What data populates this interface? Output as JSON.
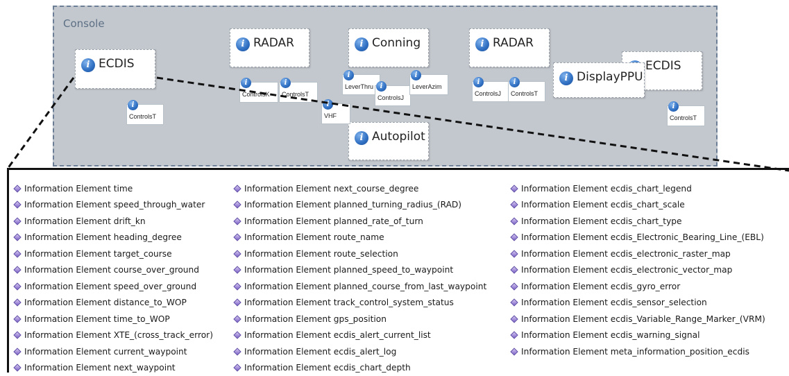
{
  "console": {
    "label": "Console",
    "components": [
      {
        "key": "ecdis_left",
        "label": "ECDIS"
      },
      {
        "key": "radar_1",
        "label": "RADAR"
      },
      {
        "key": "conning",
        "label": "Conning"
      },
      {
        "key": "radar_2",
        "label": "RADAR"
      },
      {
        "key": "ecdis_right",
        "label": "ECDIS"
      },
      {
        "key": "displayppu",
        "label": "DisplayPPU"
      },
      {
        "key": "autopilot",
        "label": "Autopilot"
      }
    ],
    "sub_components": [
      {
        "key": "controls_ecdis",
        "label": "ControlsT"
      },
      {
        "key": "controls_radar_a",
        "label": "ControlsK"
      },
      {
        "key": "controls_radar_b",
        "label": "ControlsT"
      },
      {
        "key": "lever_thrust",
        "label": "LeverThru"
      },
      {
        "key": "controls_conning",
        "label": "ControlsJ"
      },
      {
        "key": "lever_azimuth",
        "label": "LeverAzim"
      },
      {
        "key": "vhf",
        "label": "VHF"
      },
      {
        "key": "controls_radar2_a",
        "label": "ControlsJ"
      },
      {
        "key": "controls_radar2_b",
        "label": "ControlsT"
      },
      {
        "key": "controls_right",
        "label": "ControlsT"
      }
    ]
  },
  "information_elements": {
    "column_1": [
      "Information Element time",
      "Information Element speed_through_water",
      "Information Element drift_kn",
      "Information Element heading_degree",
      "Information Element target_course",
      "Information Element course_over_ground",
      "Information Element speed_over_ground",
      "Information Element distance_to_WOP",
      "Information Element time_to_WOP",
      "Information Element XTE_(cross_track_error)",
      "Information Element current_waypoint",
      "Information Element next_waypoint"
    ],
    "column_2": [
      "Information Element next_course_degree",
      "Information Element planned_turning_radius_(RAD)",
      "Information Element planned_rate_of_turn",
      "Information Element route_name",
      "Information Element route_selection",
      "Information Element planned_speed_to_waypoint",
      "Information Element planned_course_from_last_waypoint",
      "Information Element track_control_system_status",
      "Information Element gps_position",
      "Information Element ecdis_alert_current_list",
      "Information Element ecdis_alert_log",
      "Information Element ecdis_chart_depth"
    ],
    "column_3": [
      "Information Element ecdis_chart_legend",
      "Information Element ecdis_chart_scale",
      "Information Element ecdis_chart_type",
      "Information Element ecdis_Electronic_Bearing_Line_(EBL)",
      "Information Element ecdis_electronic_raster_map",
      "Information Element ecdis_electronic_vector_map",
      "Information Element ecdis_gyro_error",
      "Information Element ecdis_sensor_selection",
      "Information Element ecdis_Variable_Range_Marker_(VRM)",
      "Information Element ecdis_warning_signal",
      "Information Element meta_information_position_ecdis"
    ]
  },
  "colors": {
    "console_bg": "#c3c8ce",
    "console_border": "#6b7e96",
    "info_icon": "#2f6fc2",
    "element_icon": "#7c63c7"
  },
  "icons": {
    "component": "info-icon",
    "element": "diamond-icon"
  }
}
